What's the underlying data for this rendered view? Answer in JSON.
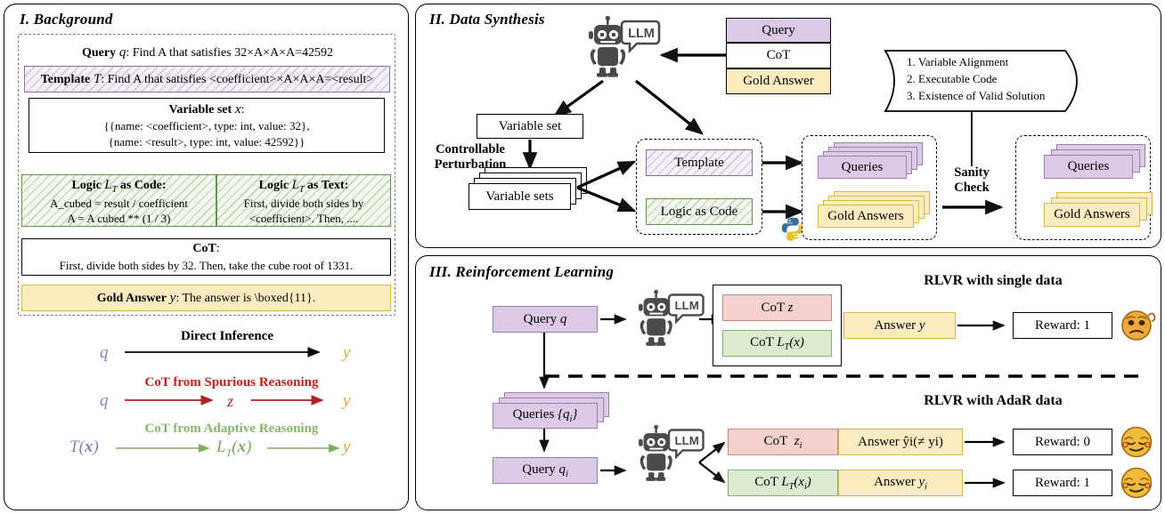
{
  "sections": {
    "background": {
      "title": "I. Background",
      "query_label": "Query",
      "query_var": "q",
      "query_text": ": Find A that satisfies 32×A×A×A=42592",
      "template_label": "Template",
      "template_var": "T",
      "template_text": ": Find A that satisfies <coefficient>×A×A×A=<result>",
      "varset_label": "Variable set",
      "varset_var": "x",
      "varset_line1": "{{name: <coefficient>, type: int, value: 32},",
      "varset_line2": "{name: <result>, type: int, value: 42592}}",
      "logic_code_label": "Logic",
      "logic_code_var": "L",
      "logic_code_sub": "T",
      "logic_code_suffix": " as Code",
      "logic_code_line1": "A_cubed = result / coefficient",
      "logic_code_line2": "A = A cubed ** (1 / 3)",
      "logic_text_suffix": " as Text",
      "logic_text_line1": "First, divide both sides by",
      "logic_text_line2": "<coefficient>. Then, ....",
      "cot_label": "CoT",
      "cot_text": "First, divide both sides by 32.  Then, take the cube root of 1331.",
      "gold_label": "Gold Answer",
      "gold_var": "y",
      "gold_text": ": The answer is \\boxed{11}.",
      "flow": {
        "direct_title": "Direct Inference",
        "direct_from": "q",
        "direct_to": "y",
        "spurious_title": "CoT from Spurious Reasoning",
        "spurious_from": "q",
        "spurious_mid": "z",
        "spurious_to": "y",
        "adaptive_title": "CoT from Adaptive Reasoning",
        "adaptive_from": "T(x)",
        "adaptive_mid": "LT(x)",
        "adaptive_to": "y"
      }
    },
    "synthesis": {
      "title": "II. Data Synthesis",
      "llm_badge": "LLM",
      "seed_query": "Query",
      "seed_cot": "CoT",
      "seed_gold": "Gold Answer",
      "variable_set": "Variable set",
      "controllable_l1": "Controllable",
      "controllable_l2": "Perturbation",
      "variable_sets": "Variable sets",
      "template": "Template",
      "logic_as_code": "Logic as Code",
      "queries": "Queries",
      "gold_answers": "Gold Answers",
      "sanity_l1": "Sanity",
      "sanity_l2": "Check",
      "checks": [
        "1. Variable Alignment",
        "2. Executable Code",
        "3. Existence of Valid Solution"
      ],
      "final_queries": "Queries",
      "final_gold_answers": "Gold Answers"
    },
    "rl": {
      "title": "III. Reinforcement Learning",
      "llm_badge": "LLM",
      "single": {
        "heading": "RLVR with single data",
        "query": "Query q",
        "cot_z": "CoT z",
        "cot_lt": "CoT LT(x)",
        "answer": "Answer y",
        "reward": "Reward: 1",
        "face": "confused"
      },
      "adar": {
        "heading": "RLVR with AdaR data",
        "queries": "Queries {qi}",
        "query_i": "Query qi",
        "cot_zi": "CoT  zi",
        "cot_lt_xi": "CoT LT(xi)",
        "answer_wrong": "Answer ŷi(≠ yi)",
        "answer_right": "Answer yi",
        "reward_zero": "Reward: 0",
        "reward_one": "Reward: 1",
        "face": "smiling"
      }
    }
  },
  "colors": {
    "purple": "#dcc9e6",
    "yellow": "#fcecc0",
    "red": "#f6d2cf",
    "green": "#dceacf",
    "query_letter": "#8d7fb8",
    "answer_letter": "#d6a932",
    "spurious": "#c0201f",
    "adaptive": "#86b56a"
  }
}
